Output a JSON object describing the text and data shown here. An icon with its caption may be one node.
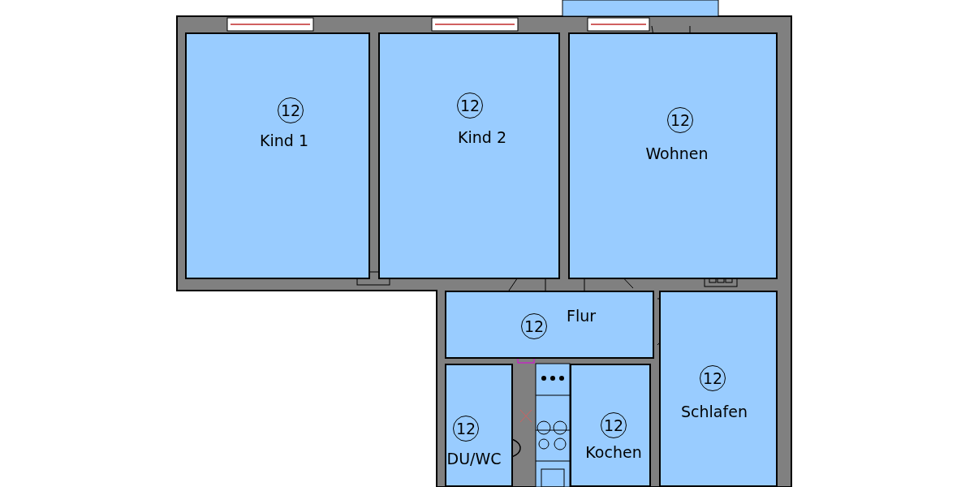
{
  "diagram": {
    "nodes": [
      {
        "text": [
          "12",
          "Kind 1"
        ]
      },
      {
        "text": [
          "12",
          "Kind 2"
        ]
      },
      {
        "text": [
          "12",
          "Wohnen"
        ]
      },
      {
        "text": [
          "12",
          "Flur"
        ]
      },
      {
        "text": [
          "12",
          "DU/WC"
        ]
      },
      {
        "text": [
          "12",
          "Kochen"
        ]
      },
      {
        "text": [
          "12",
          "Schlafen"
        ]
      }
    ]
  }
}
